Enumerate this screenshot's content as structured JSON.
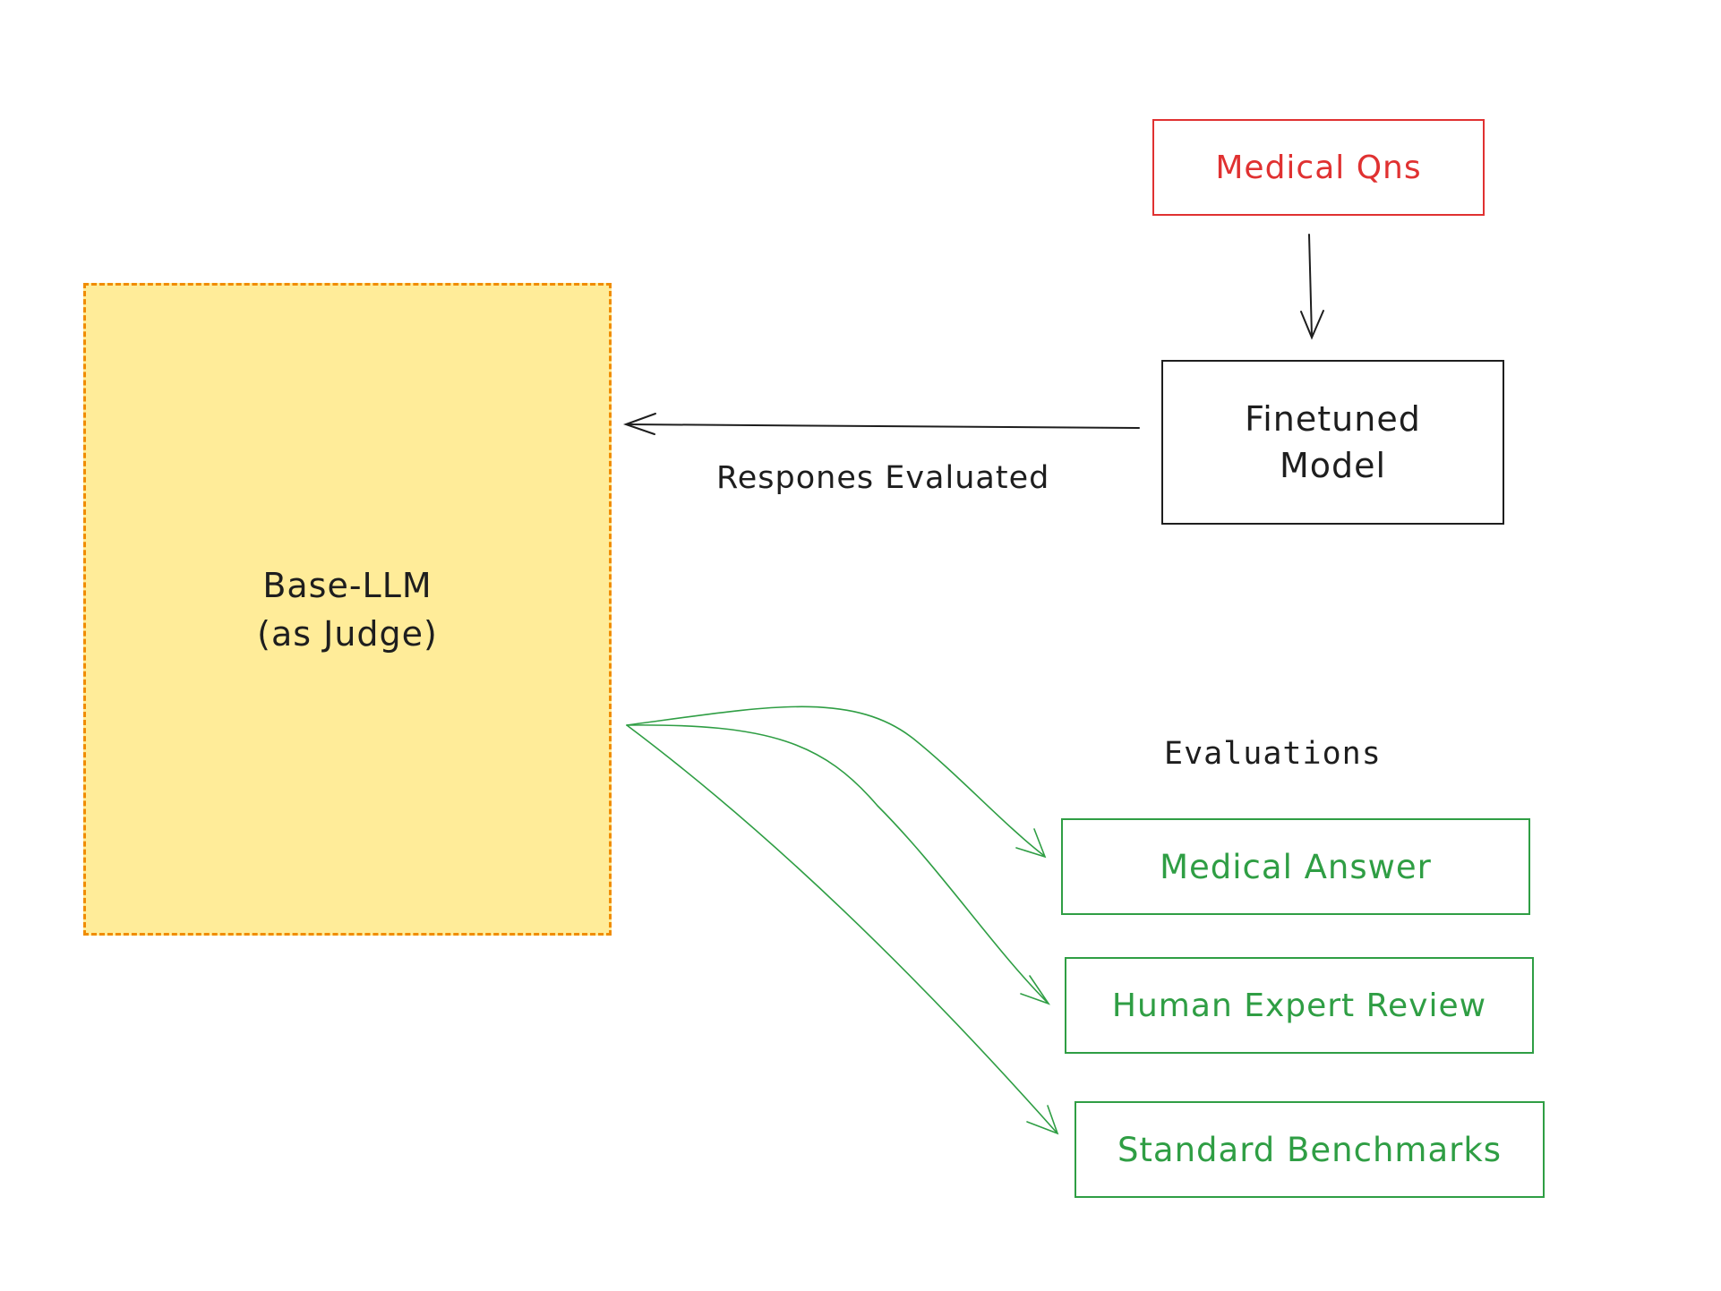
{
  "colors": {
    "red": "#e03131",
    "black": "#1e1e1e",
    "green": "#2f9e44",
    "judge_fill": "#ffec99",
    "judge_border": "#f08c00"
  },
  "nodes": {
    "medical_qns": "Medical Qns",
    "finetuned_model": {
      "line1": "Finetuned",
      "line2": "Model"
    },
    "base_llm": {
      "line1": "Base-LLM",
      "line2": "(as Judge)"
    },
    "evaluations_heading": "Evaluations",
    "medical_answer": "Medical Answer",
    "human_expert_review": "Human Expert Review",
    "standard_benchmarks": "Standard Benchmarks"
  },
  "edges": {
    "responses_label": "Respones Evaluated"
  }
}
